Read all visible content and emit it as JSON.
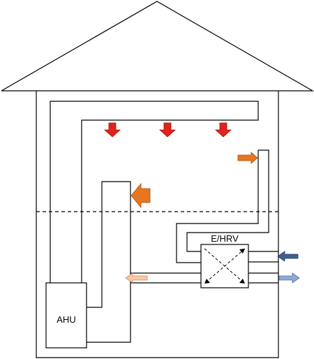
{
  "labels": {
    "ahu": "AHU",
    "hrv": "E/HRV"
  },
  "colors": {
    "line": "#000000",
    "supply_red": "#e0231b",
    "supply_red_edge": "#9a1510",
    "return_orange": "#e8761e",
    "return_orange_edge": "#a84f0c",
    "exhaust_peach": "#f7c7a6",
    "exhaust_peach_edge": "#c98a62",
    "outdoor_navy": "#3f5f8f",
    "outdoor_navy_edge": "#233a5f",
    "outdoor_light": "#8eaad4",
    "outdoor_light_edge": "#55729c"
  },
  "icons": [
    "supply-arrow",
    "return-arrow",
    "exhaust-arrow",
    "outdoor-intake-arrow",
    "outdoor-exhaust-arrow"
  ]
}
